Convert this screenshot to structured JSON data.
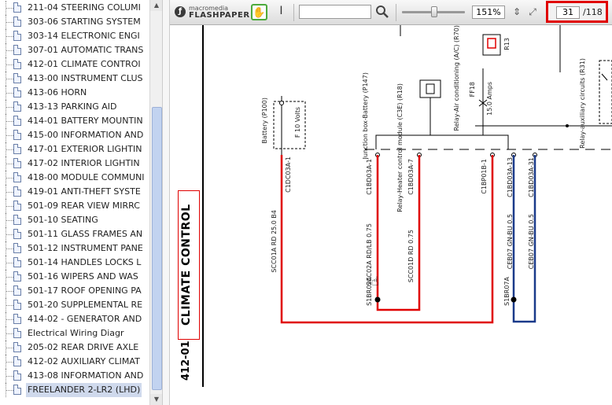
{
  "tree": {
    "items": [
      {
        "label": "211-04 STEERING COLUMI",
        "selected": false
      },
      {
        "label": "303-06 STARTING SYSTEM",
        "selected": false
      },
      {
        "label": "303-14 ELECTRONIC ENGI",
        "selected": false
      },
      {
        "label": "307-01 AUTOMATIC TRANS",
        "selected": false
      },
      {
        "label": "412-01 CLIMATE CONTROI",
        "selected": false
      },
      {
        "label": "413-00 INSTRUMENT CLUS",
        "selected": false
      },
      {
        "label": "413-06 HORN",
        "selected": false
      },
      {
        "label": "413-13 PARKING AID",
        "selected": false
      },
      {
        "label": "414-01 BATTERY MOUNTIN",
        "selected": false
      },
      {
        "label": "415-00 INFORMATION AND",
        "selected": false
      },
      {
        "label": "417-01 EXTERIOR LIGHTIN",
        "selected": false
      },
      {
        "label": "417-02 INTERIOR LIGHTIN",
        "selected": false
      },
      {
        "label": "418-00 MODULE COMMUNI",
        "selected": false
      },
      {
        "label": "419-01 ANTI-THEFT SYSTE",
        "selected": false
      },
      {
        "label": "501-09 REAR VIEW MIRRC",
        "selected": false
      },
      {
        "label": "501-10 SEATING",
        "selected": false
      },
      {
        "label": "501-11 GLASS FRAMES AN",
        "selected": false
      },
      {
        "label": "501-12 INSTRUMENT PANE",
        "selected": false
      },
      {
        "label": "501-14 HANDLES LOCKS L",
        "selected": false
      },
      {
        "label": "501-16 WIPERS AND WAS",
        "selected": false
      },
      {
        "label": "501-17 ROOF OPENING PA",
        "selected": false
      },
      {
        "label": "501-20 SUPPLEMENTAL RE",
        "selected": false
      },
      {
        "label": "414-02 - GENERATOR AND",
        "selected": false
      },
      {
        "label": "Electrical Wiring Diagr",
        "selected": false
      },
      {
        "label": "205-02 REAR DRIVE AXLE",
        "selected": false
      },
      {
        "label": "412-02 AUXILIARY CLIMAT",
        "selected": false
      },
      {
        "label": "413-08 INFORMATION AND",
        "selected": false
      },
      {
        "label": "FREELANDER 2-LR2 (LHD)",
        "selected": true
      }
    ]
  },
  "toolbar": {
    "brand_small": "macromedia",
    "brand_big": "FLASHPAPER",
    "search_value": "",
    "zoom": "151%",
    "page_current": "31",
    "page_total": "/118"
  },
  "document": {
    "title": "CLIMATE CONTROL",
    "section_code": "412-01",
    "labels": {
      "battery": "Battery (P100)",
      "junction_box": "Junction box-Battery (P147)",
      "battery_conn": "C1DC03A-1",
      "battery_wire": "SCC01A RD 25.0 B4",
      "jb_pin_1": "C1BD03A-1",
      "jb_pin_7": "C1BD03A-7",
      "jb_pin_r": "C1BP01B-1",
      "wire_red_1": "SCC02A RD/LB 0.75",
      "wire_red_2": "SCC01D RD 0.75",
      "wire_red_bottom": "S1BR02A",
      "blue_pin_1": "C1BD03A-13",
      "blue_pin_2": "C1BD03A-31",
      "wire_blue_1": "CEB07 GN-BU 0.5",
      "wire_blue_2": "CEB07 GN-BU 0.5",
      "wire_blue_bottom": "S1BR07A",
      "relay_heater": "Relay-Heater control module (C3E) (R18)",
      "fuse_f18": "FF18",
      "fuse_rating": "15.0 Amps",
      "relay_ac": "Relay-Air conditioning (A/C) (R70)",
      "relay_ac_code": "R13",
      "fuse_1510": "F 10 Volts",
      "relay_right": "Relay-auxiliary circuits (R31)"
    }
  },
  "colors": {
    "red_wire": "#e00000",
    "blue_wire": "#1a3a8a",
    "highlight": "#e00000",
    "hand_active": "#4caa3c"
  }
}
